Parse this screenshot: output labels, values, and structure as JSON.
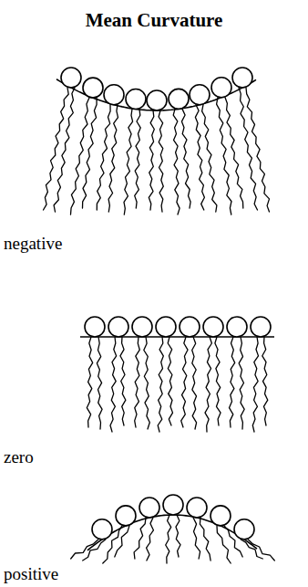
{
  "diagram": {
    "title": "Mean Curvature",
    "labels": [
      "negative",
      "zero",
      "positive"
    ]
  }
}
